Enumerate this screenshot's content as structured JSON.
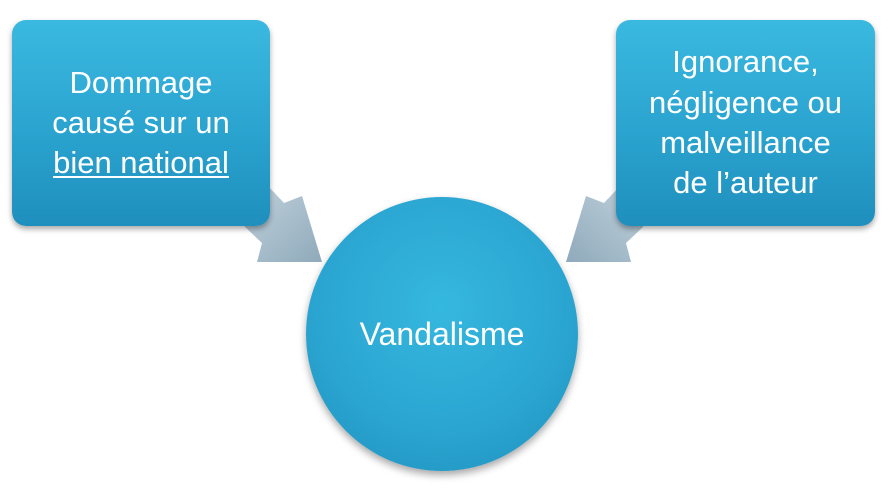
{
  "diagram": {
    "left_box": {
      "line1": "Dommage",
      "line2": "causé sur un",
      "line3": "bien national"
    },
    "right_box": {
      "line1": "Ignorance,",
      "line2": "négligence ou",
      "line3": "malveillance",
      "line4": "de l’auteur"
    },
    "center_circle": {
      "label": "Vandalisme"
    }
  },
  "colors": {
    "box_fill": "#2aa3cf",
    "arrow_fill": "#9fb8c8",
    "text": "#ffffff"
  }
}
